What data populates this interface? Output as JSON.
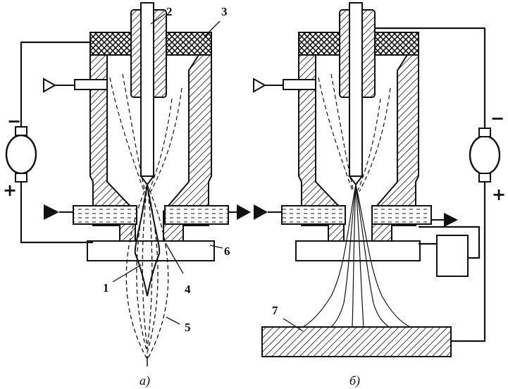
{
  "figure": {
    "callouts": {
      "n1": "1",
      "n2": "2",
      "n3": "3",
      "n4": "4",
      "n5": "5",
      "n6": "6",
      "n7": "7"
    },
    "captions": {
      "a": "а)",
      "b": "б)"
    },
    "polarity": {
      "minus": "−",
      "plus": "+"
    }
  }
}
